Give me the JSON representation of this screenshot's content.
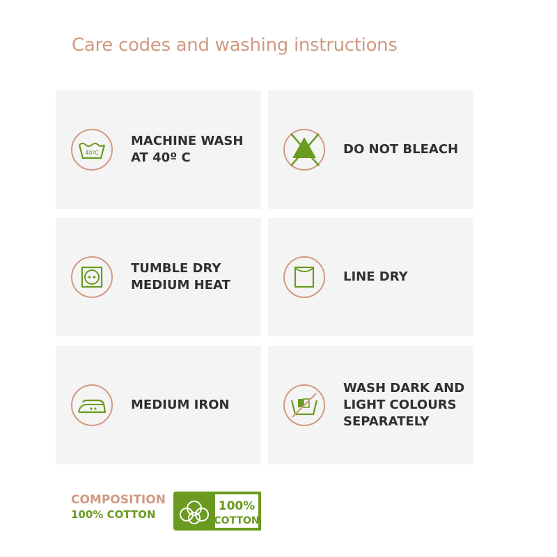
{
  "title": "Care codes and washing instructions",
  "colors": {
    "accent_salmon": "#d09a82",
    "accent_green": "#6a9a1f",
    "card_bg": "#f4f4f4",
    "text_dark": "#2f2f2f"
  },
  "cards": [
    {
      "icon": "machine-wash-40-icon",
      "label": "MACHINE WASH\nAT  40º C",
      "icon_text": "40ºC"
    },
    {
      "icon": "do-not-bleach-icon",
      "label": "DO NOT BLEACH"
    },
    {
      "icon": "tumble-dry-medium-icon",
      "label": "TUMBLE DRY\nMEDIUM HEAT"
    },
    {
      "icon": "line-dry-icon",
      "label": "LINE DRY"
    },
    {
      "icon": "medium-iron-icon",
      "label": "MEDIUM IRON"
    },
    {
      "icon": "wash-separately-icon",
      "label": "WASH DARK AND\nLIGHT COLOURS\nSEPARATELY"
    }
  ],
  "composition": {
    "title": "COMPOSITION",
    "value": "100% COTTON",
    "badge_percent": "100%",
    "badge_word": "COTTON"
  }
}
